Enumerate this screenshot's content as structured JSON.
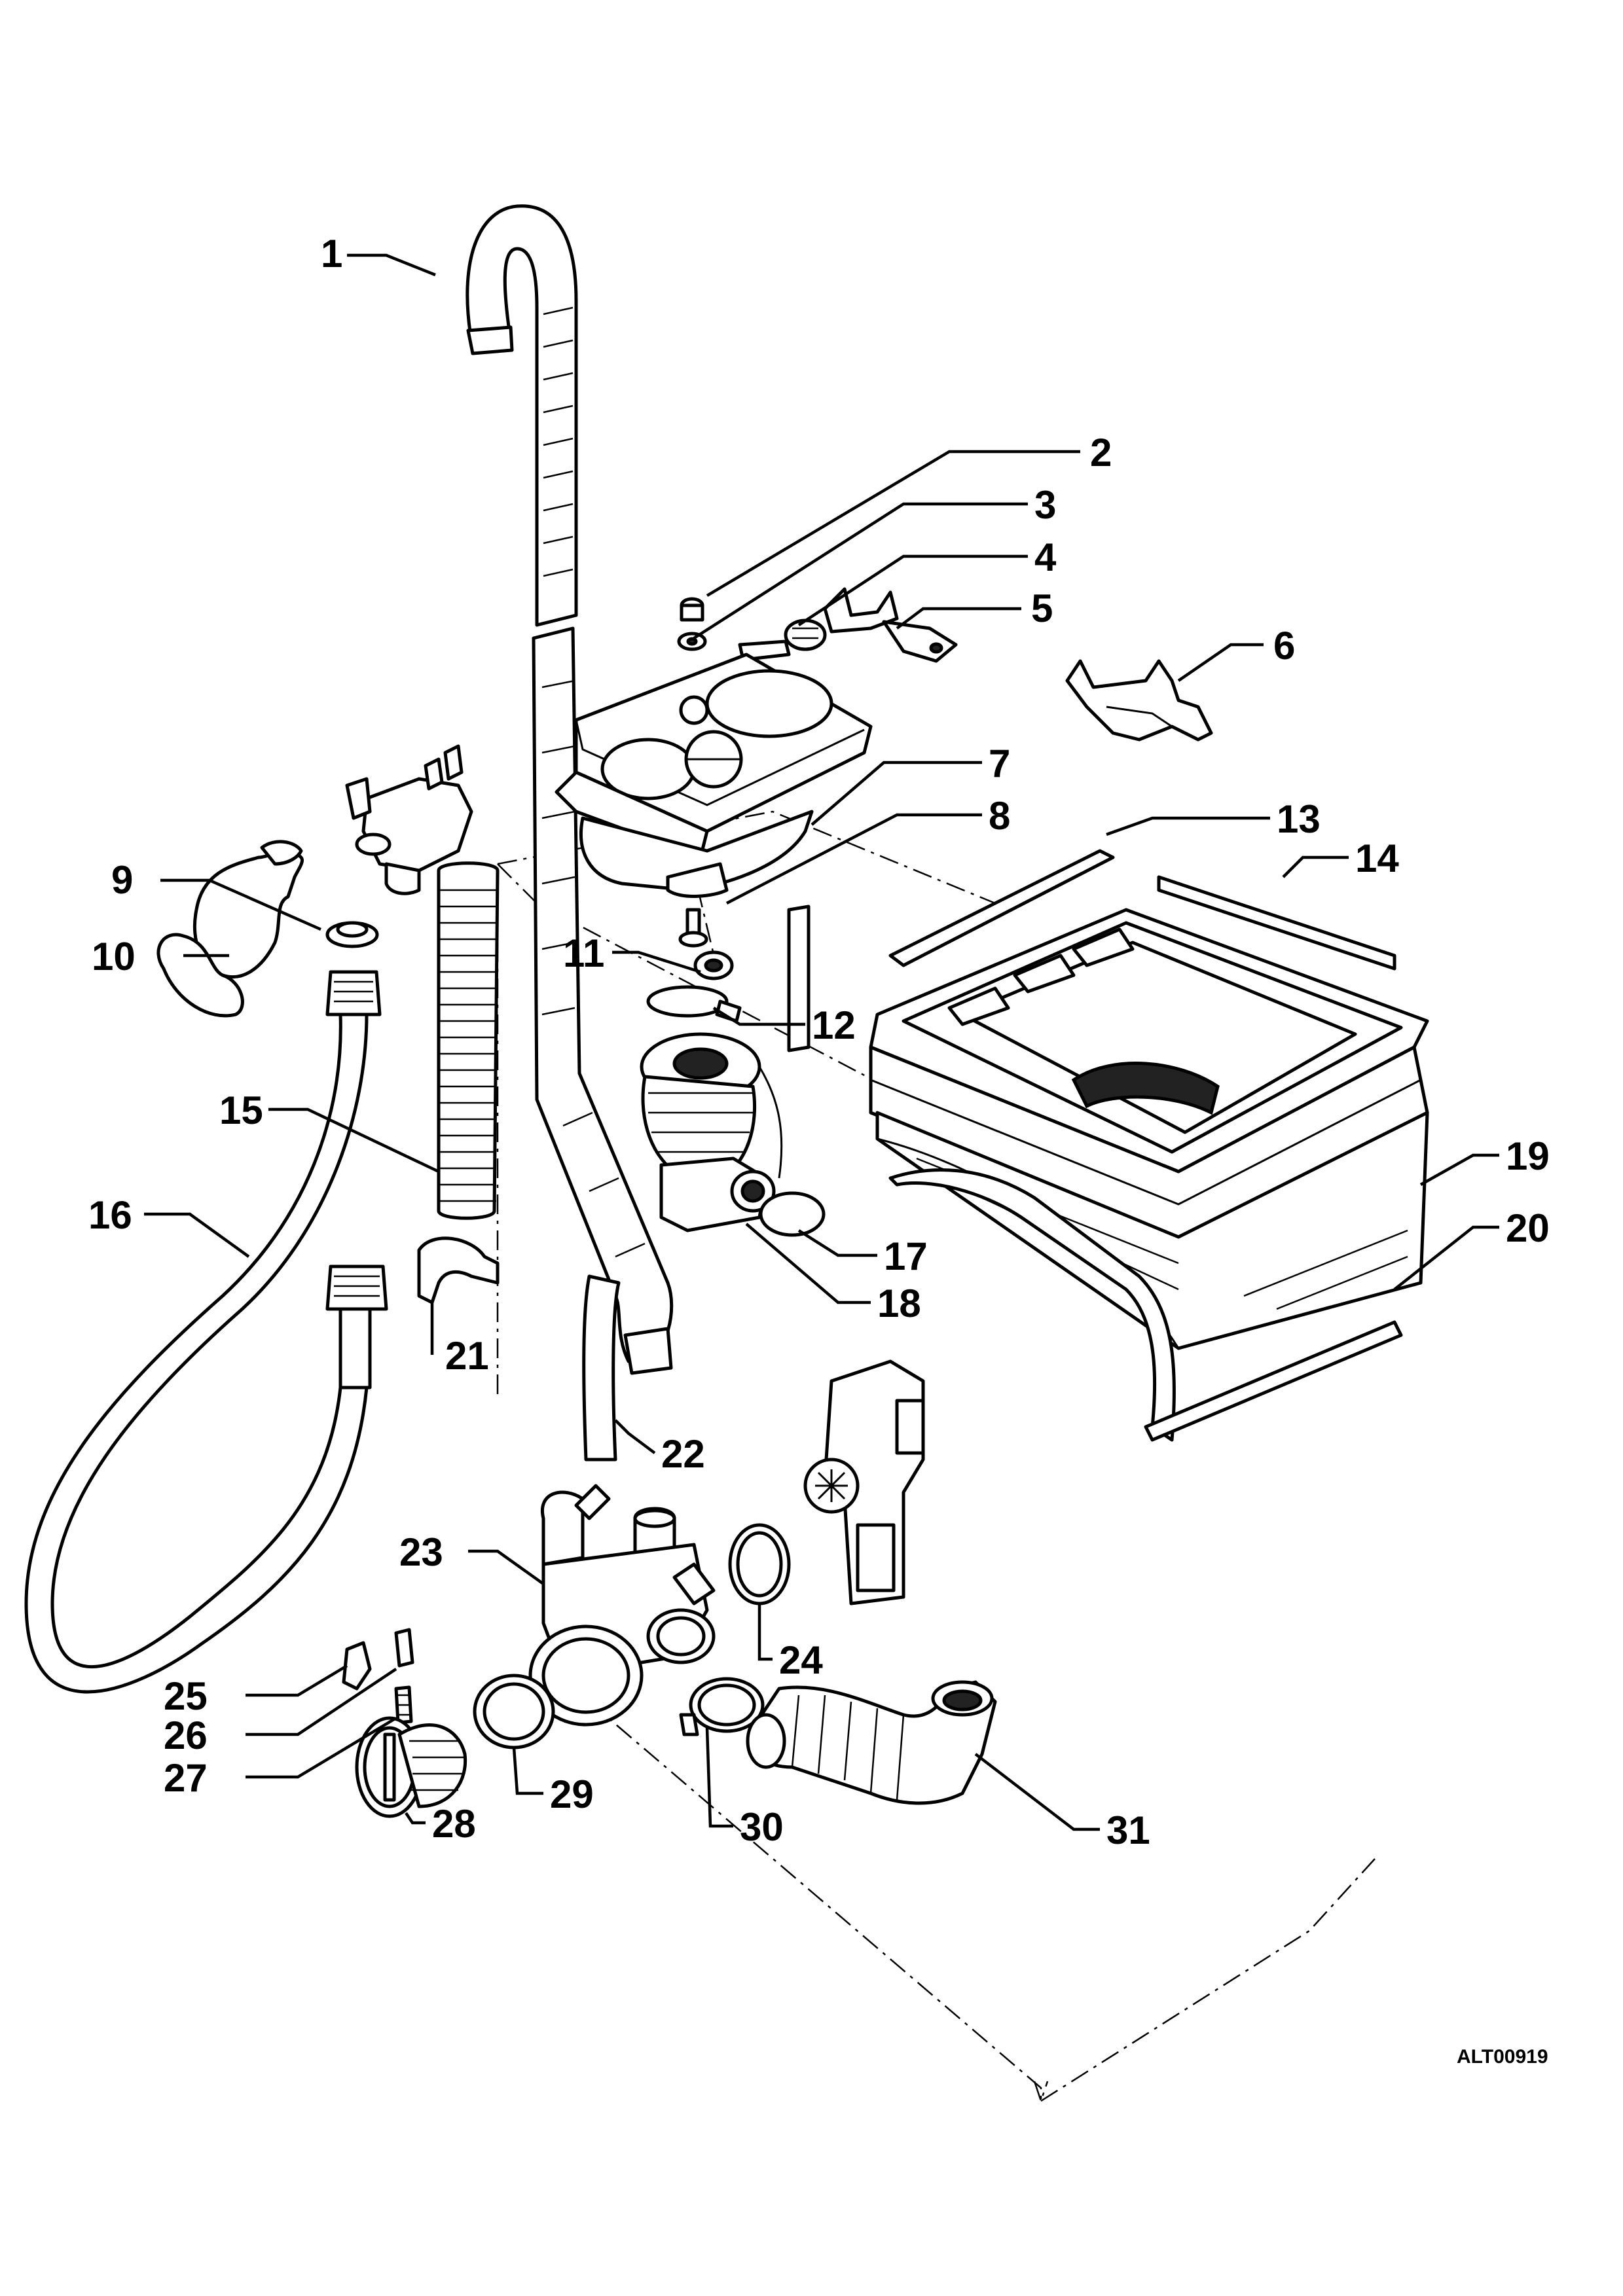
{
  "diagram": {
    "drawing_code": "ALT00919",
    "callouts": [
      {
        "id": "c1",
        "label": "1"
      },
      {
        "id": "c2",
        "label": "2"
      },
      {
        "id": "c3",
        "label": "3"
      },
      {
        "id": "c4",
        "label": "4"
      },
      {
        "id": "c5",
        "label": "5"
      },
      {
        "id": "c6",
        "label": "6"
      },
      {
        "id": "c7",
        "label": "7"
      },
      {
        "id": "c8",
        "label": "8"
      },
      {
        "id": "c9",
        "label": "9"
      },
      {
        "id": "c10",
        "label": "10"
      },
      {
        "id": "c11",
        "label": "11"
      },
      {
        "id": "c12",
        "label": "12"
      },
      {
        "id": "c13",
        "label": "13"
      },
      {
        "id": "c14",
        "label": "14"
      },
      {
        "id": "c15",
        "label": "15"
      },
      {
        "id": "c16",
        "label": "16"
      },
      {
        "id": "c17",
        "label": "17"
      },
      {
        "id": "c18",
        "label": "18"
      },
      {
        "id": "c19",
        "label": "19"
      },
      {
        "id": "c20",
        "label": "20"
      },
      {
        "id": "c21",
        "label": "21"
      },
      {
        "id": "c22",
        "label": "22"
      },
      {
        "id": "c23",
        "label": "23"
      },
      {
        "id": "c24",
        "label": "24"
      },
      {
        "id": "c25",
        "label": "25"
      },
      {
        "id": "c26",
        "label": "26"
      },
      {
        "id": "c27",
        "label": "27"
      },
      {
        "id": "c28",
        "label": "28"
      },
      {
        "id": "c29",
        "label": "29"
      },
      {
        "id": "c30",
        "label": "30"
      },
      {
        "id": "c31",
        "label": "31"
      }
    ]
  }
}
